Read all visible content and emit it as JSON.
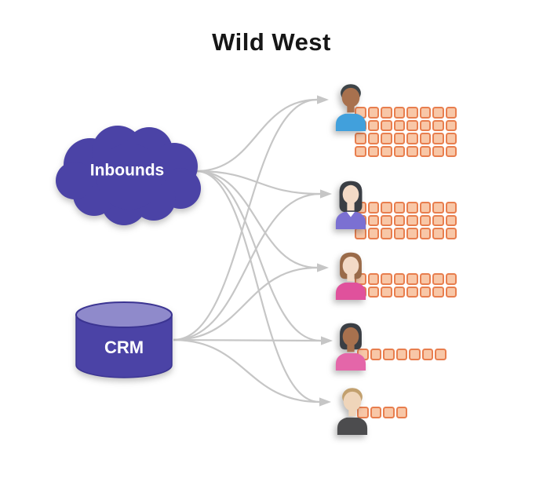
{
  "title": "Wild West",
  "sources": [
    {
      "id": "inbounds",
      "label": "Inbounds",
      "shape": "cloud"
    },
    {
      "id": "crm",
      "label": "CRM",
      "shape": "database-cylinder"
    }
  ],
  "reps": [
    {
      "name": "rep-1",
      "hair_style": "short",
      "hair": "#3E4448",
      "skin": "#A8714E",
      "shirt": "#41A0DC",
      "collar": "",
      "brick_rows": 4,
      "brick_cols": 8,
      "brick_count": 32
    },
    {
      "name": "rep-2",
      "hair_style": "long",
      "hair": "#3A3E44",
      "skin": "#F3DAC6",
      "shirt": "#7B70D2",
      "collar": "#FFFFFF",
      "brick_rows": 3,
      "brick_cols": 8,
      "brick_count": 24
    },
    {
      "name": "rep-3",
      "hair_style": "bob",
      "hair": "#9A6B49",
      "skin": "#F3DAC6",
      "shirt": "#E0519C",
      "collar": "",
      "brick_rows": 2,
      "brick_cols": 8,
      "brick_count": 16
    },
    {
      "name": "rep-4",
      "hair_style": "bob",
      "hair": "#3A3E44",
      "skin": "#A8714E",
      "shirt": "#E466A9",
      "collar": "",
      "brick_rows": 1,
      "brick_cols": 7,
      "brick_count": 7
    },
    {
      "name": "rep-5",
      "hair_style": "short",
      "hair": "#C2A06E",
      "skin": "#EFD5BA",
      "shirt": "#4C4C4E",
      "collar": "",
      "brick_rows": 1,
      "brick_cols": 4,
      "brick_count": 4
    }
  ],
  "colors": {
    "node_fill": "#4B43A6",
    "cylinder_top": "#8F8ACB",
    "node_stroke": "#3B3492",
    "brick_fill": "#F8C7A7",
    "brick_border": "#E87E4E",
    "arrow": "#C6C6C6",
    "title_text": "#161616",
    "label_text": "#FFFFFF"
  }
}
